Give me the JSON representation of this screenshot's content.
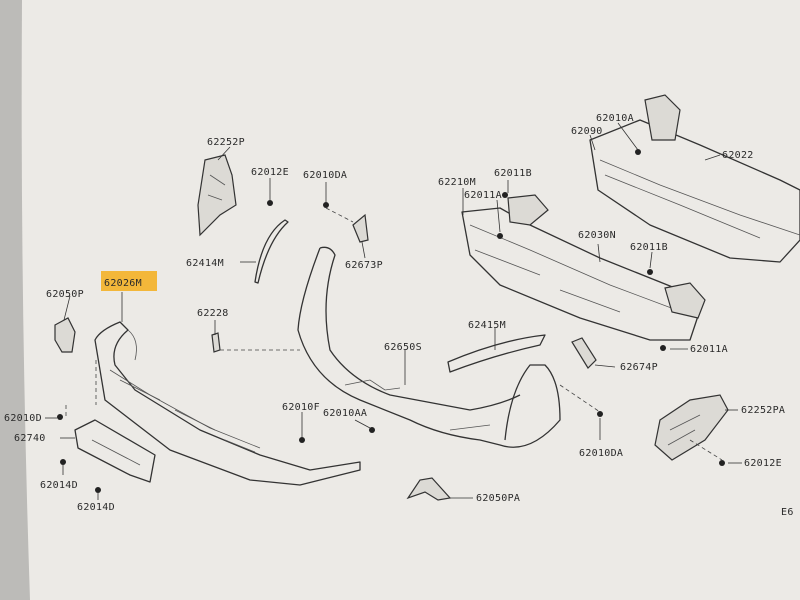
{
  "callouts": [
    "62252P",
    "62012E",
    "62010DA",
    "62414M",
    "62673P",
    "62026M",
    "62050P",
    "62228",
    "62650S",
    "62415M",
    "62010D",
    "62740",
    "62014D",
    "62014D",
    "62010F",
    "62010AA",
    "62210M",
    "62011B",
    "62011A",
    "62030N",
    "62011B",
    "62011A",
    "62010A",
    "62090",
    "62022",
    "62674P",
    "62252PA",
    "62012E",
    "62010DA",
    "62050PA",
    "E6"
  ],
  "colors": {
    "highlight": "#f3b73a",
    "paper": "#eceae6",
    "ink": "#2a2a2a"
  }
}
